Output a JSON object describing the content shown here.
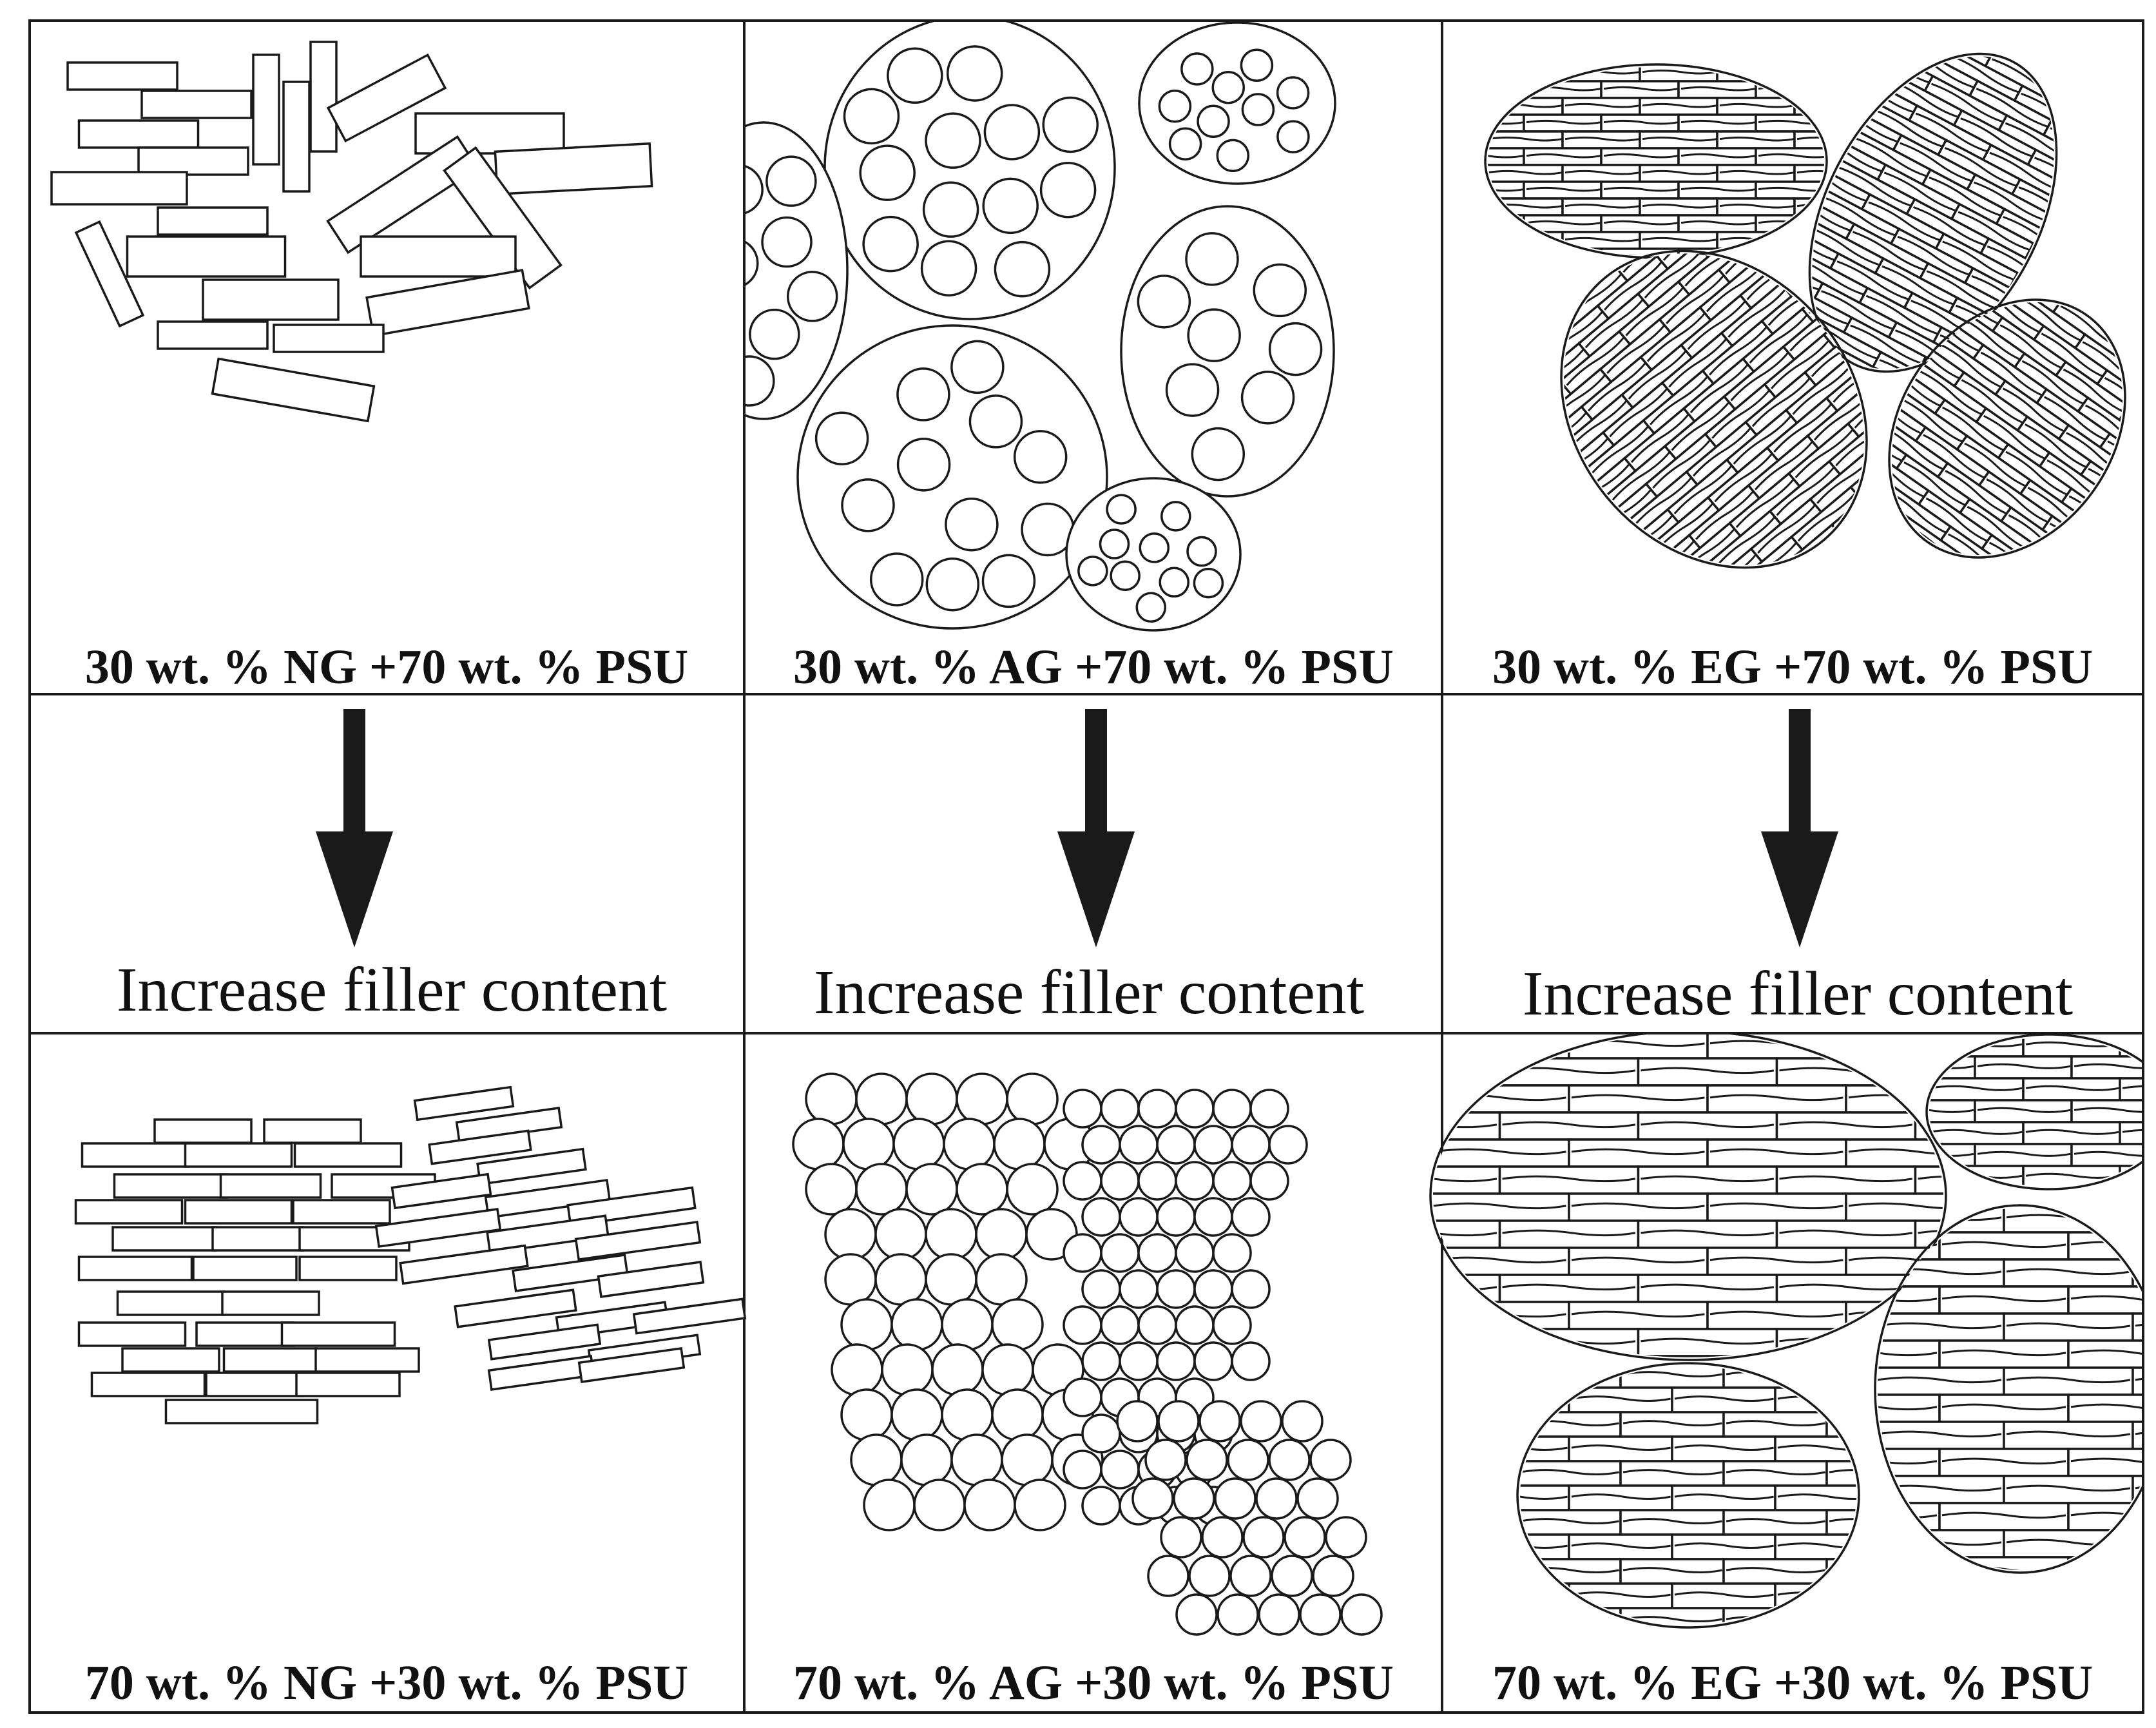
{
  "panels": {
    "top_labels": [
      "30 wt. % NG +70 wt. % PSU",
      "30 wt. % AG +70 wt. % PSU",
      "30 wt. % EG +70 wt. % PSU"
    ],
    "arrow_labels": [
      "Increase filler content",
      "Increase filler content",
      "Increase filler content"
    ],
    "bottom_labels": [
      "70 wt. % NG +30 wt. % PSU",
      "70 wt. % AG +30 wt. % PSU",
      "70 wt. % EG +30 wt. % PSU"
    ]
  },
  "colors": {
    "line": "#1a1a1a",
    "arrow": "#1a1a1a",
    "background": "#ffffff"
  }
}
